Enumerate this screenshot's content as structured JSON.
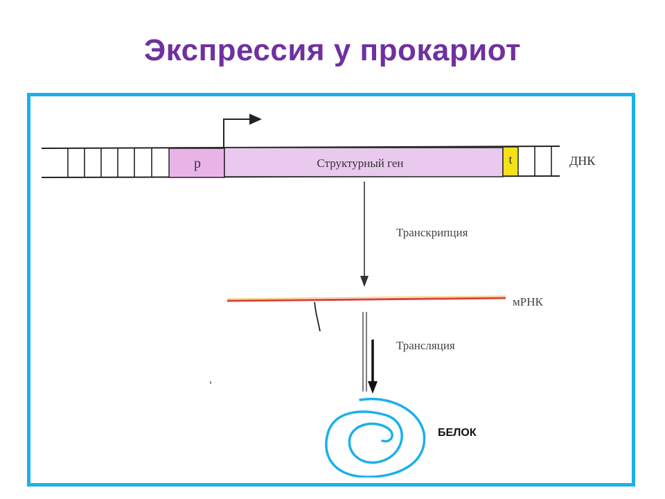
{
  "slide": {
    "title": "Экспрессия у прокариот"
  },
  "diagram": {
    "dna": {
      "promoter_label": "p",
      "gene_label": "Структурный ген",
      "terminator_label": "t",
      "side_label": "ДНК"
    },
    "transcription_label": "Транскрипция",
    "mrna_label": "мРНК",
    "translation_label": "Трансляция",
    "protein_label": "БЕЛОК",
    "colors": {
      "title": "#7030a0",
      "frame": "#1ab0ec",
      "promoter_fill": "#e8b4e8",
      "gene_fill": "#e9c9ee",
      "terminator_fill": "#f3e21a",
      "mrna_line": "#d9443a",
      "protein_scribble": "#1ab0ec"
    }
  }
}
